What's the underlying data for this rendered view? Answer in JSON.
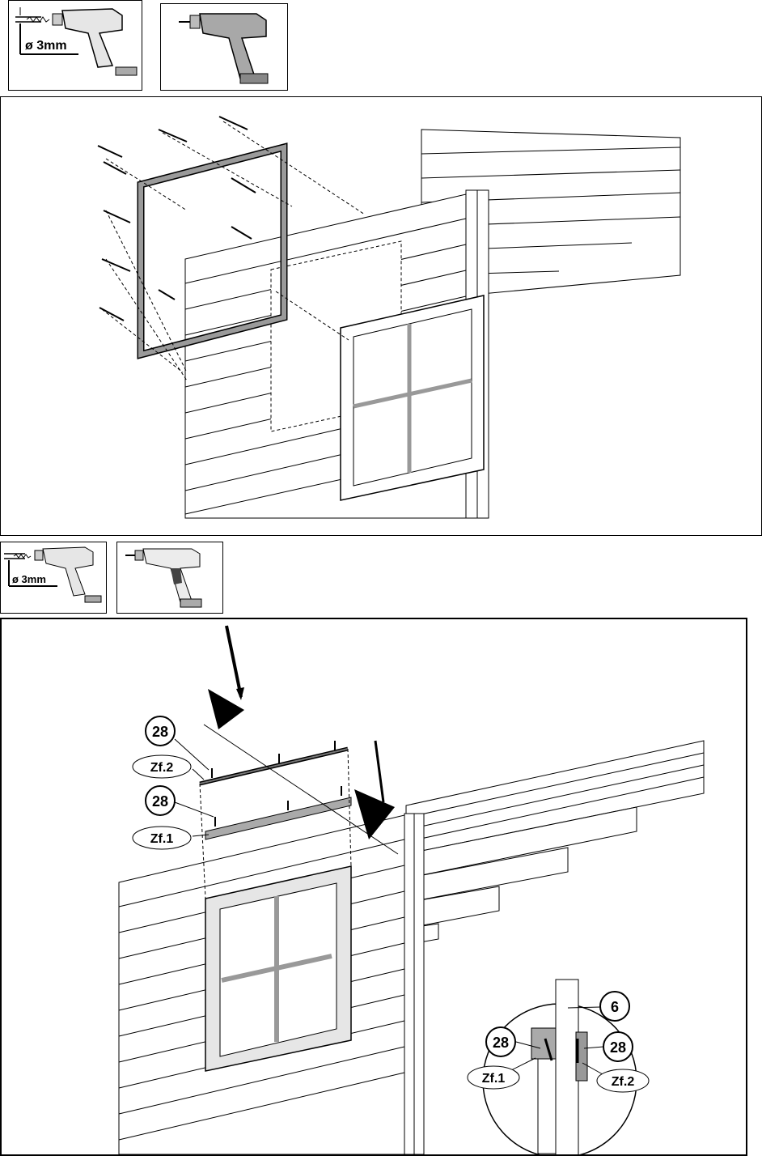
{
  "step1": {
    "drill_bit_label": "ø 3mm"
  },
  "step2": {
    "drill_bit_label": "ø 3mm",
    "callouts": {
      "upper_part_number": "28",
      "upper_part_label": "Zf.2",
      "lower_part_number": "28",
      "lower_part_label": "Zf.1"
    },
    "detail": {
      "wall_part": "6",
      "left_part_number": "28",
      "left_part_label": "Zf.1",
      "right_part_number": "28",
      "right_part_label": "Zf.2"
    }
  },
  "icons": [
    "drill-bit-icon",
    "screwdriver-drill-icon",
    "screw-icon",
    "arrow-icon"
  ],
  "colors": {
    "line": "#000000",
    "frame_gray": "#9a9a9a",
    "light_gray": "#d4d4d4",
    "background": "#ffffff"
  }
}
